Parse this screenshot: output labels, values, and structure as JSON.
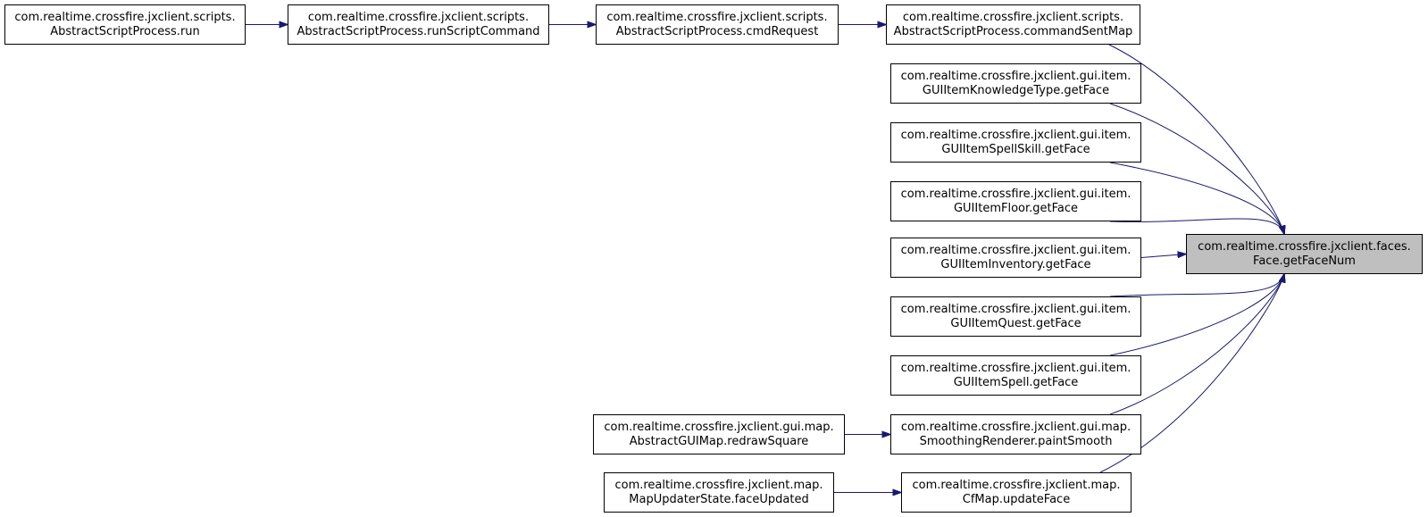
{
  "colors": {
    "edge": "#191970",
    "focus_fill": "#bfbfbf",
    "node_fill": "#ffffff",
    "node_border": "#000000"
  },
  "graph": {
    "nodes": [
      {
        "id": "focus",
        "line1": "com.realtime.crossfire.jxclient.faces.",
        "line2": "Face.getFaceNum"
      },
      {
        "id": "commandSentMap",
        "line1": "com.realtime.crossfire.jxclient.scripts.",
        "line2": "AbstractScriptProcess.commandSentMap"
      },
      {
        "id": "cmdRequest",
        "line1": "com.realtime.crossfire.jxclient.scripts.",
        "line2": "AbstractScriptProcess.cmdRequest"
      },
      {
        "id": "runScriptCommand",
        "line1": "com.realtime.crossfire.jxclient.scripts.",
        "line2": "AbstractScriptProcess.runScriptCommand"
      },
      {
        "id": "run",
        "line1": "com.realtime.crossfire.jxclient.scripts.",
        "line2": "AbstractScriptProcess.run"
      },
      {
        "id": "knowledgeType",
        "line1": "com.realtime.crossfire.jxclient.gui.item.",
        "line2": "GUIItemKnowledgeType.getFace"
      },
      {
        "id": "spellSkill",
        "line1": "com.realtime.crossfire.jxclient.gui.item.",
        "line2": "GUIItemSpellSkill.getFace"
      },
      {
        "id": "floor",
        "line1": "com.realtime.crossfire.jxclient.gui.item.",
        "line2": "GUIItemFloor.getFace"
      },
      {
        "id": "inventory",
        "line1": "com.realtime.crossfire.jxclient.gui.item.",
        "line2": "GUIItemInventory.getFace"
      },
      {
        "id": "quest",
        "line1": "com.realtime.crossfire.jxclient.gui.item.",
        "line2": "GUIItemQuest.getFace"
      },
      {
        "id": "spell",
        "line1": "com.realtime.crossfire.jxclient.gui.item.",
        "line2": "GUIItemSpell.getFace"
      },
      {
        "id": "paintSmooth",
        "line1": "com.realtime.crossfire.jxclient.gui.map.",
        "line2": "SmoothingRenderer.paintSmooth"
      },
      {
        "id": "redrawSquare",
        "line1": "com.realtime.crossfire.jxclient.gui.map.",
        "line2": "AbstractGUIMap.redrawSquare"
      },
      {
        "id": "updateFace",
        "line1": "com.realtime.crossfire.jxclient.map.",
        "line2": "CfMap.updateFace"
      },
      {
        "id": "faceUpdated",
        "line1": "com.realtime.crossfire.jxclient.map.",
        "line2": "MapUpdaterState.faceUpdated"
      }
    ],
    "edges": [
      {
        "from": "run",
        "to": "runScriptCommand"
      },
      {
        "from": "runScriptCommand",
        "to": "cmdRequest"
      },
      {
        "from": "cmdRequest",
        "to": "commandSentMap"
      },
      {
        "from": "commandSentMap",
        "to": "focus"
      },
      {
        "from": "knowledgeType",
        "to": "focus"
      },
      {
        "from": "spellSkill",
        "to": "focus"
      },
      {
        "from": "floor",
        "to": "focus"
      },
      {
        "from": "inventory",
        "to": "focus"
      },
      {
        "from": "quest",
        "to": "focus"
      },
      {
        "from": "spell",
        "to": "focus"
      },
      {
        "from": "paintSmooth",
        "to": "focus"
      },
      {
        "from": "updateFace",
        "to": "focus"
      },
      {
        "from": "redrawSquare",
        "to": "paintSmooth"
      },
      {
        "from": "faceUpdated",
        "to": "updateFace"
      }
    ]
  }
}
